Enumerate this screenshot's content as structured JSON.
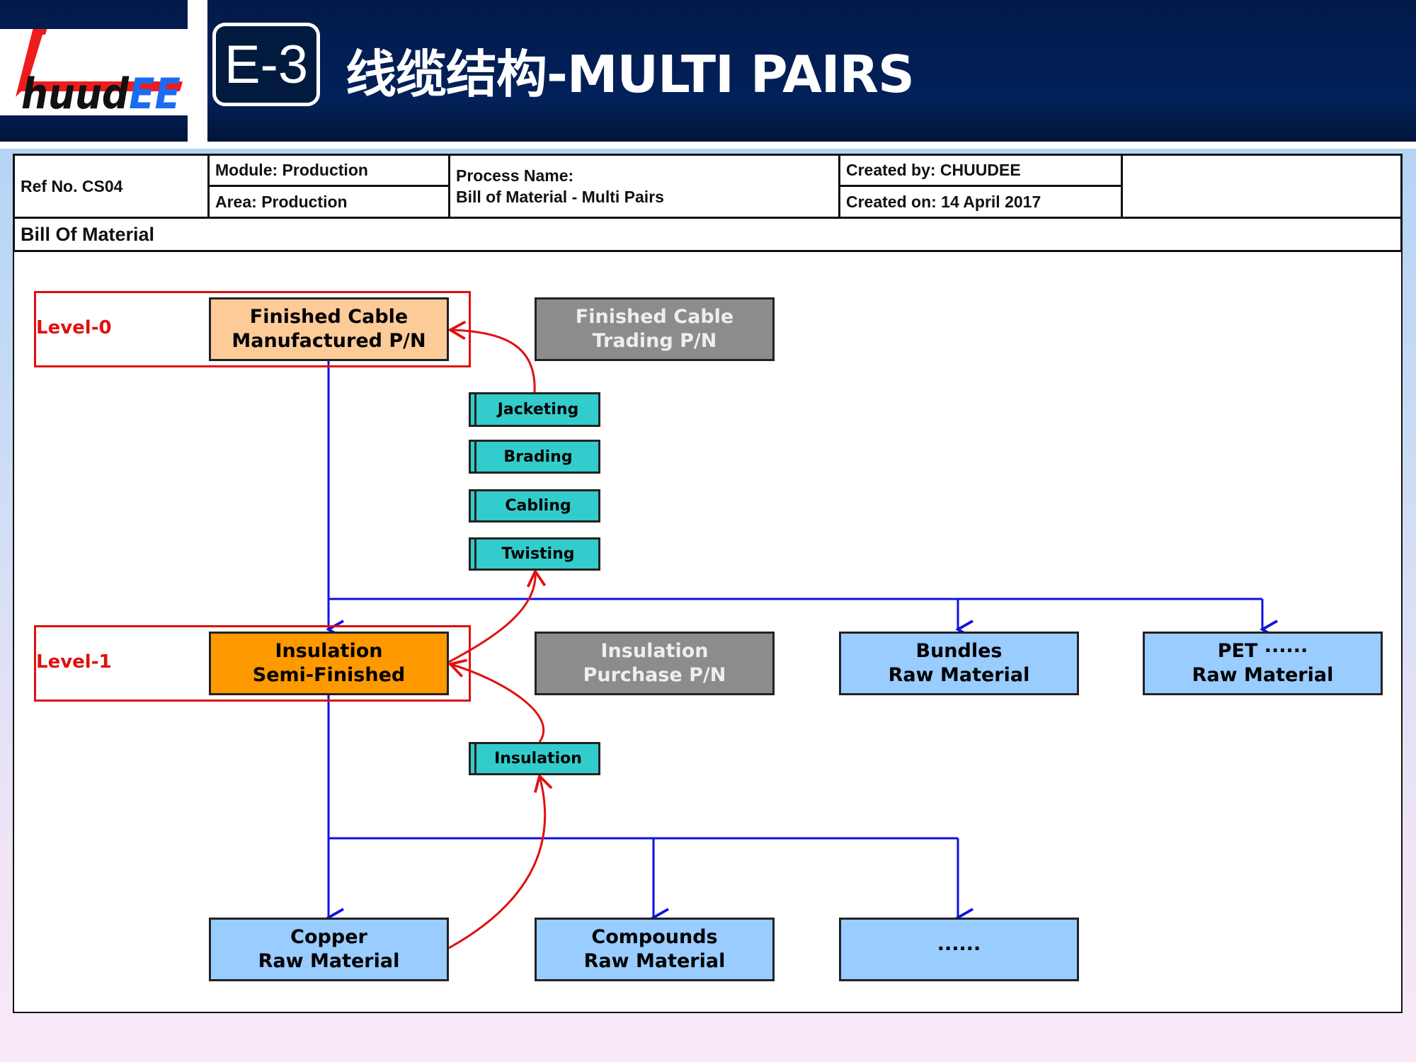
{
  "logo": {
    "text": "CHUUDEE"
  },
  "header": {
    "code": "E-3",
    "title": "线缆结构-MULTI PAIRS"
  },
  "info": {
    "ref": "Ref No. CS04",
    "module": "Module: Production",
    "area": "Area:  Production",
    "process_label": "Process Name:",
    "process_name": "Bill of Material - Multi Pairs",
    "created_by": "Created by: CHUUDEE",
    "created_on": "Created on: 14 April 2017",
    "section": "Bill Of Material"
  },
  "diagram": {
    "levels": [
      "Level-0",
      "Level-1"
    ],
    "nodes": {
      "finished_mfg": [
        "Finished Cable",
        "Manufactured P/N"
      ],
      "finished_trading": [
        "Finished Cable",
        "Trading P/N"
      ],
      "insulation_semi": [
        "Insulation",
        "Semi-Finished"
      ],
      "insulation_purchase": [
        "Insulation",
        "Purchase P/N"
      ],
      "bundles": [
        "Bundles",
        "Raw Material"
      ],
      "pet": [
        "PET ······",
        "Raw Material"
      ],
      "copper": [
        "Copper",
        "Raw Material"
      ],
      "compounds": [
        "Compounds",
        "Raw Material"
      ],
      "other": [
        "······"
      ]
    },
    "processes": [
      "Jacketing",
      "Brading",
      "Cabling",
      "Twisting",
      "Insulation"
    ],
    "colors": {
      "level0": "#fdcb98",
      "level1": "#ff9900",
      "raw": "#99ccff",
      "purchase": "#8c8c8c",
      "process": "#33cccc",
      "bom_line": "#1010e0",
      "process_line": "#e01010"
    }
  }
}
